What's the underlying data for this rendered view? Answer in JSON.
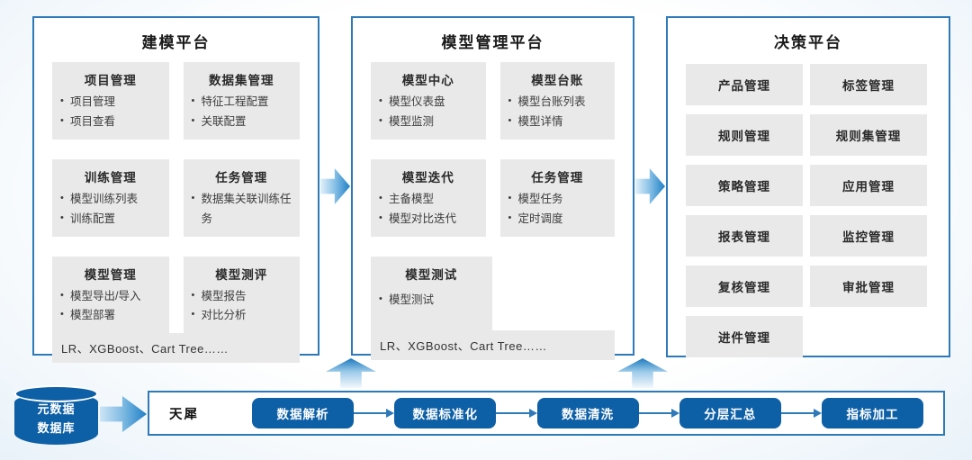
{
  "colors": {
    "panel_border": "#2E79B8",
    "card_bg": "#E9E9E9",
    "primary_blue": "#0D5FA6",
    "arrow_gradient_light": "#E3F1FA",
    "arrow_gradient_dark": "#1F80C6"
  },
  "panels": [
    {
      "title": "建模平台",
      "cards": [
        {
          "title": "项目管理",
          "items": [
            "项目管理",
            "项目查看"
          ]
        },
        {
          "title": "数据集管理",
          "items": [
            "特征工程配置",
            "关联配置"
          ]
        },
        {
          "title": "训练管理",
          "items": [
            "模型训练列表",
            "训练配置"
          ]
        },
        {
          "title": "任务管理",
          "items": [
            "数据集关联训练任务"
          ]
        },
        {
          "title": "模型管理",
          "items": [
            "模型导出/导入",
            "模型部署"
          ]
        },
        {
          "title": "模型测评",
          "items": [
            "模型报告",
            "对比分析"
          ]
        }
      ],
      "footer": "LR、XGBoost、Cart Tree……"
    },
    {
      "title": "模型管理平台",
      "cards": [
        {
          "title": "模型中心",
          "items": [
            "模型仪表盘",
            "模型监测"
          ]
        },
        {
          "title": "模型台账",
          "items": [
            "模型台账列表",
            "模型详情"
          ]
        },
        {
          "title": "模型迭代",
          "items": [
            "主备模型",
            "模型对比迭代"
          ]
        },
        {
          "title": "任务管理",
          "items": [
            "模型任务",
            "定时调度"
          ]
        },
        {
          "title": "模型测试",
          "items": [
            "模型测试"
          ]
        }
      ],
      "footer": "LR、XGBoost、Cart Tree……"
    },
    {
      "title": "决策平台",
      "tiles": [
        "产品管理",
        "标签管理",
        "规则管理",
        "规则集管理",
        "策略管理",
        "应用管理",
        "报表管理",
        "监控管理",
        "复核管理",
        "审批管理",
        "进件管理"
      ]
    }
  ],
  "pipeline": {
    "database": {
      "line1": "元数据",
      "line2": "数据库"
    },
    "engine_label": "天犀",
    "steps": [
      "数据解析",
      "数据标准化",
      "数据清洗",
      "分层汇总",
      "指标加工"
    ]
  }
}
